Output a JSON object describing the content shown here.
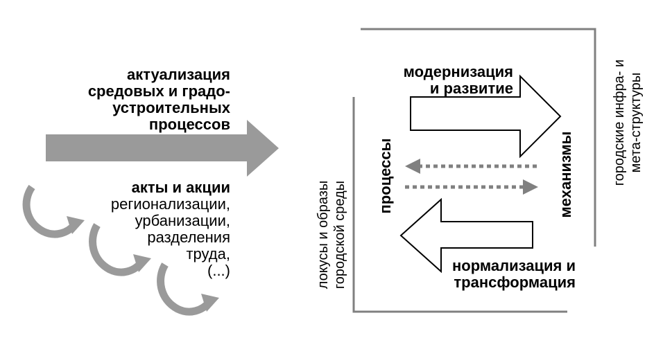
{
  "left": {
    "actualization_line1": "актуализация",
    "actualization_line2": "средовых и градо-",
    "actualization_line3": "устроительных",
    "actualization_line4": "процессов",
    "acts_title": "акты и акции",
    "acts_line1": "регионализации,",
    "acts_line2": "урбанизации,",
    "acts_line3": "разделения",
    "acts_line4": "труда,",
    "acts_line5": "(...)"
  },
  "box": {
    "modernization_line1": "модернизация",
    "modernization_line2": "и развитие",
    "normalization_line1": "нормализация и",
    "normalization_line2": "трансформация",
    "processes": "процессы",
    "mechanisms": "механизмы",
    "locus_line1": "локусы и образы",
    "locus_line2": "городской среды",
    "infra_line1": "городские инфра- и",
    "infra_line2": "мета-структуры"
  },
  "colors": {
    "gray_arrow": "#9a9a9a",
    "frame": "#808080",
    "dotted_arrow": "#808080",
    "text": "#000000"
  }
}
